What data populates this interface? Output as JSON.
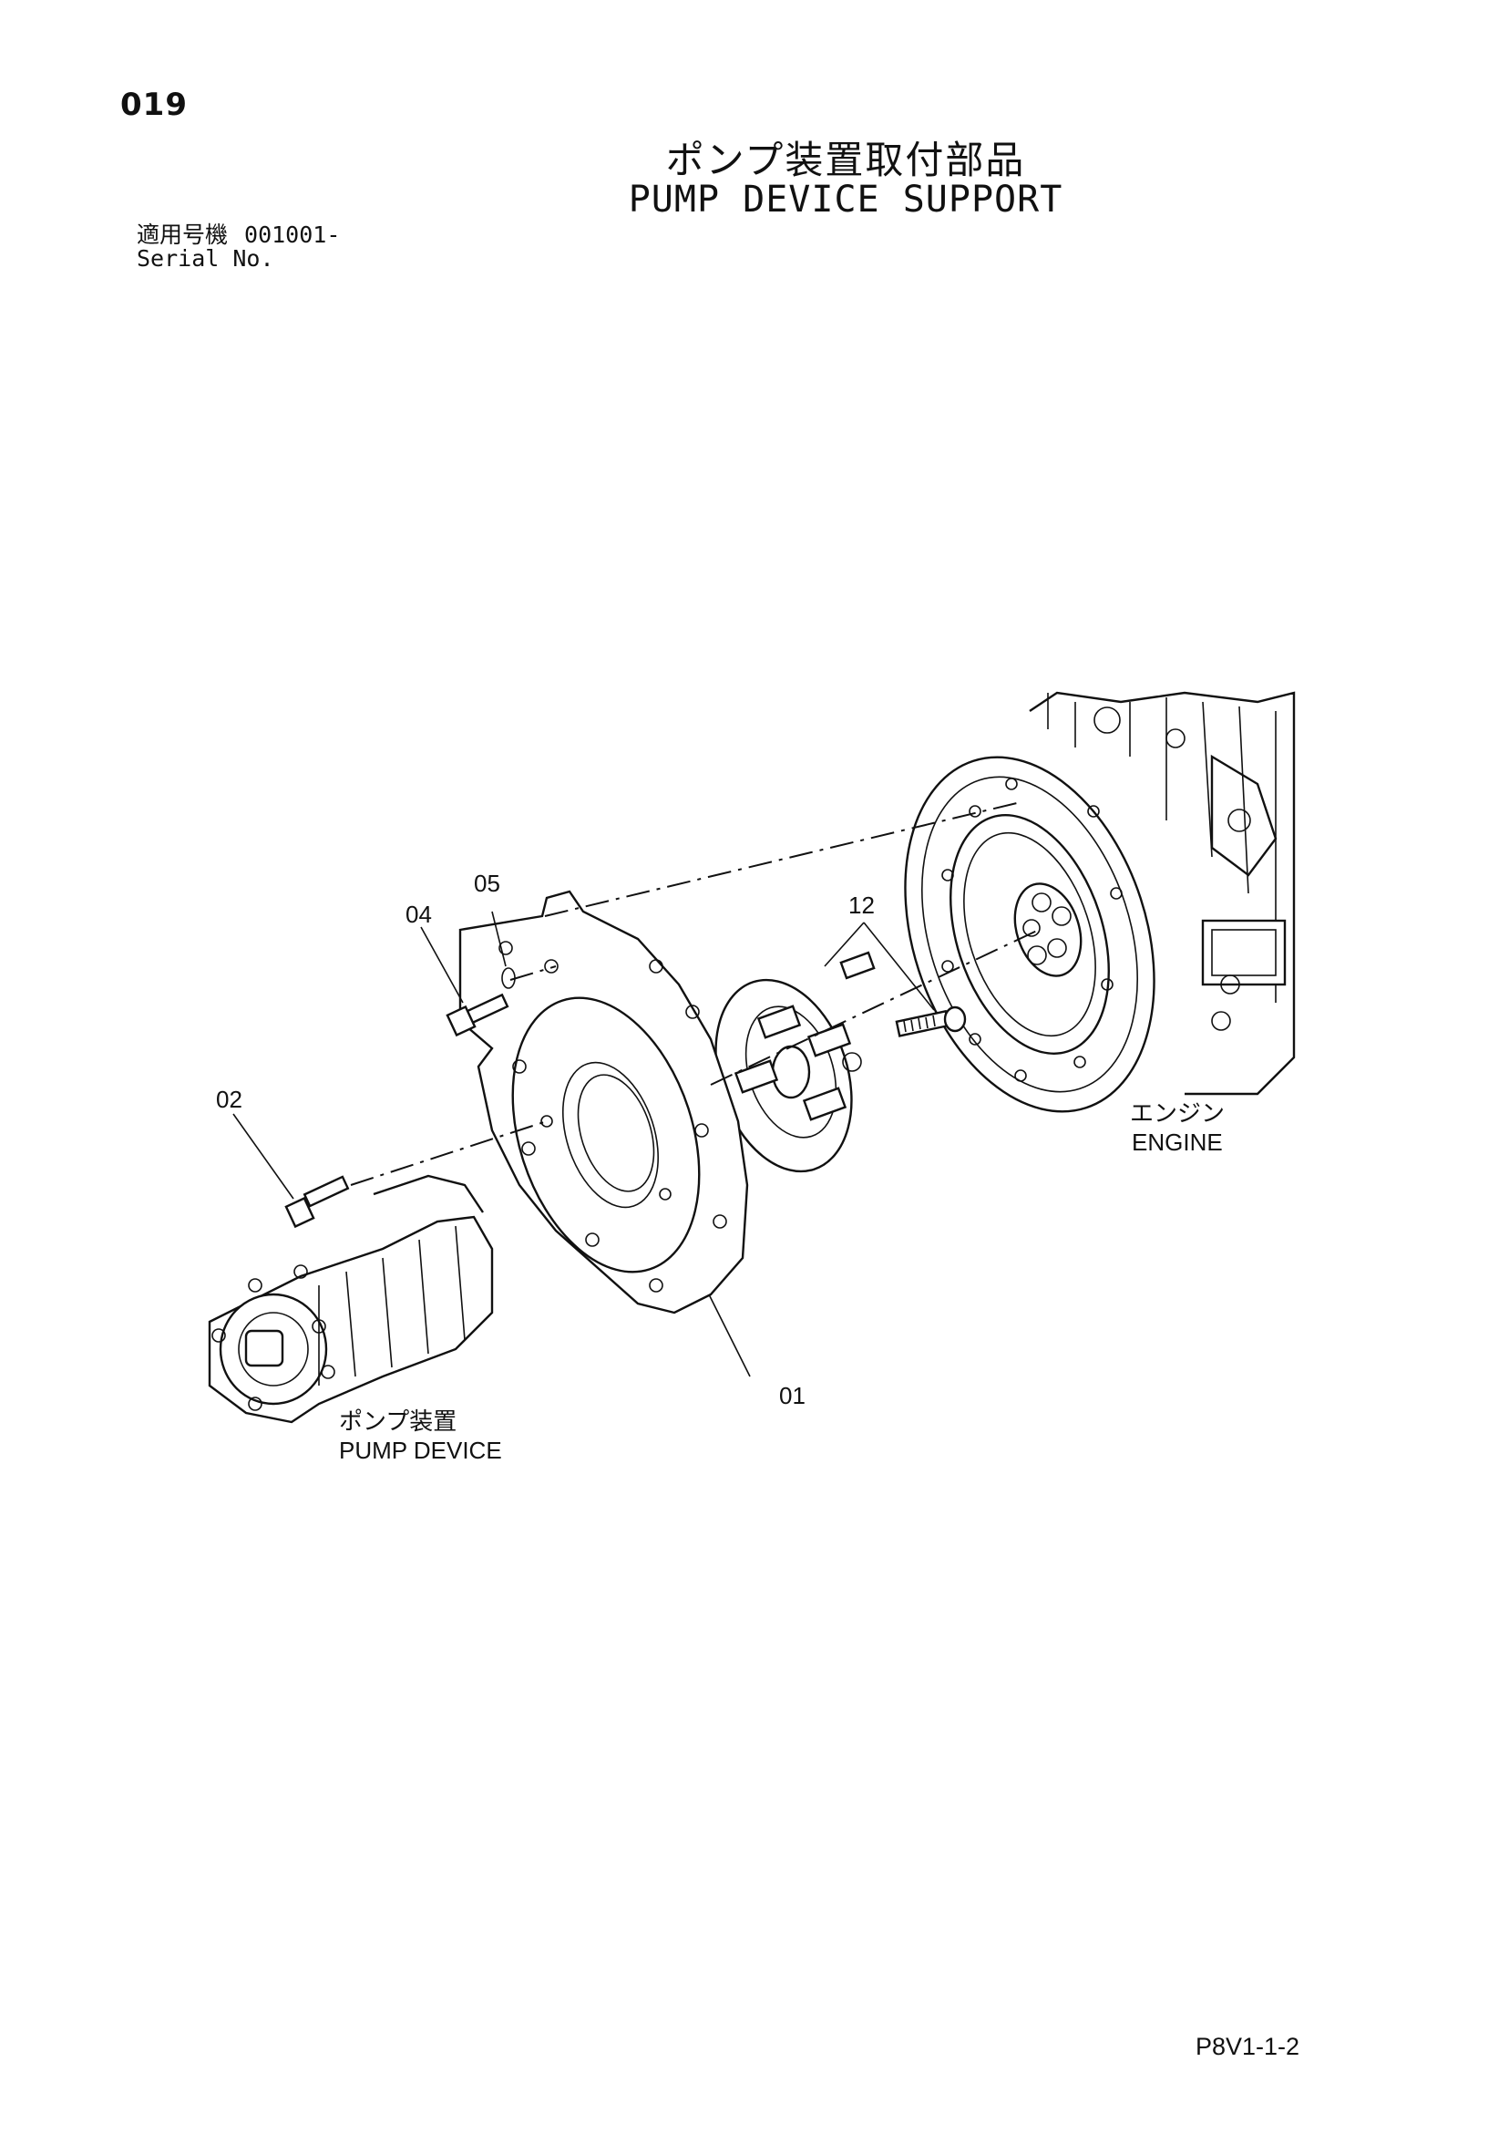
{
  "page_number": "019",
  "title_ja": "ポンプ装置取付部品",
  "title_en": "PUMP DEVICE SUPPORT",
  "serial": {
    "label_ja": "適用号機",
    "value": "001001-",
    "label_en": "Serial No."
  },
  "callouts": [
    "01",
    "02",
    "04",
    "05",
    "12"
  ],
  "labels": {
    "engine_ja": "エンジン",
    "engine_en": "ENGINE",
    "pump_ja": "ポンプ装置",
    "pump_en": "PUMP DEVICE"
  },
  "doc_code": "P8V1-1-2"
}
